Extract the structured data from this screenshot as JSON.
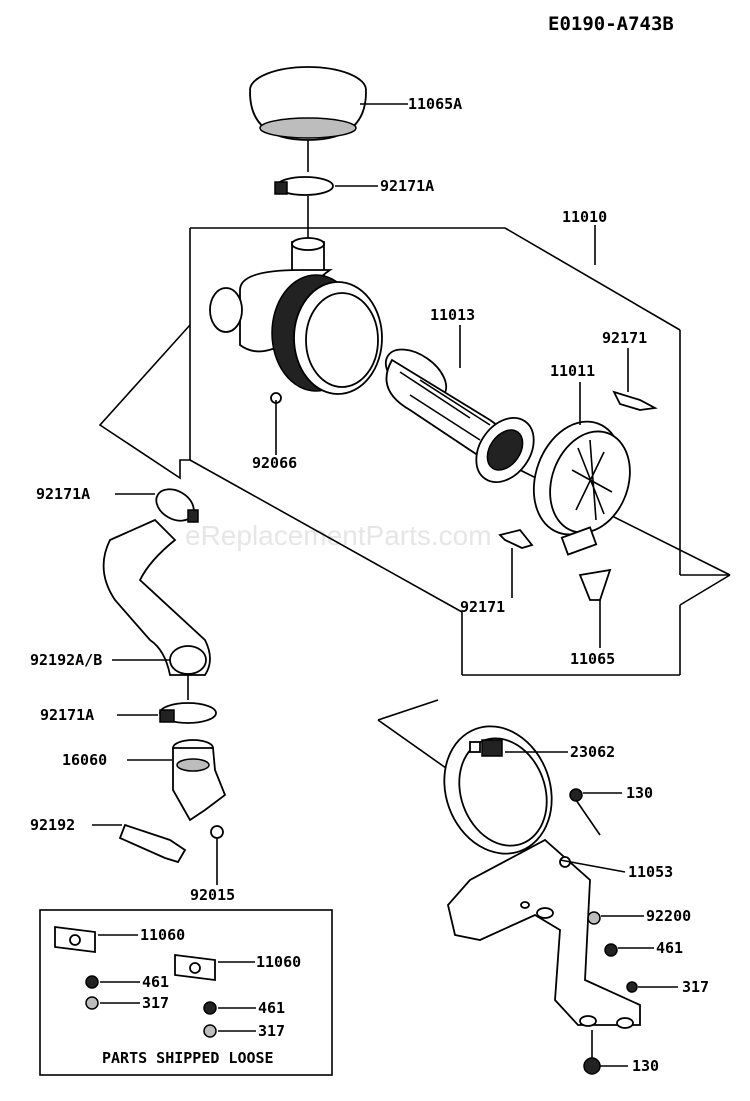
{
  "diagram_code": "E0190-A743B",
  "watermark": "eReplacementParts.com",
  "box_caption": "PARTS SHIPPED LOOSE",
  "labels": [
    "11065A",
    "92171A",
    "11010",
    "11013",
    "92171",
    "11011",
    "92066",
    "92171A",
    "92171",
    "11065",
    "92192A/B",
    "92171A",
    "16060",
    "92192",
    "92015",
    "23062",
    "130",
    "11053",
    "92200",
    "461",
    "317",
    "130",
    "11060",
    "461",
    "317",
    "11060",
    "461",
    "317"
  ]
}
